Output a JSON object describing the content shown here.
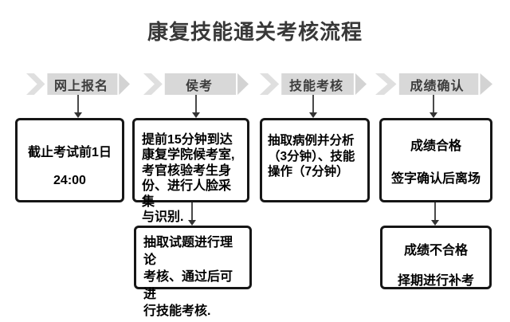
{
  "title": "康复技能通关考核流程",
  "banners": [
    {
      "label": "网上报名"
    },
    {
      "label": "侯考"
    },
    {
      "label": "技能考核"
    },
    {
      "label": "成绩确认"
    }
  ],
  "boxes": {
    "deadline": {
      "line1": "截止考试前1日",
      "line2": "24:00"
    },
    "waiting": {
      "text": "提前15分钟到达\n康复学院候考室,\n考官核验考生身\n份、进行人脸采集\n与识别."
    },
    "skill": {
      "text": "抽取病例并分析\n（3分钟）、技能\n操作（7分钟）"
    },
    "pass": {
      "line1": "成绩合格",
      "line2": "签字确认后离场"
    },
    "theory": {
      "text": "抽取试题进行理论\n考核、通过后可进\n行技能考核."
    },
    "fail": {
      "line1": "成绩不合格",
      "line2": "择期进行补考"
    }
  },
  "colors": {
    "banner_rect": "#d8d8d8",
    "banner_chevron": "#dfdfdf",
    "banner_arrow": "#d3d3d3",
    "banner_text": "#3d3d3d",
    "box_border": "#161616",
    "connector": "#4a4a4a",
    "title_text": "#383838",
    "background": "#ffffff"
  }
}
